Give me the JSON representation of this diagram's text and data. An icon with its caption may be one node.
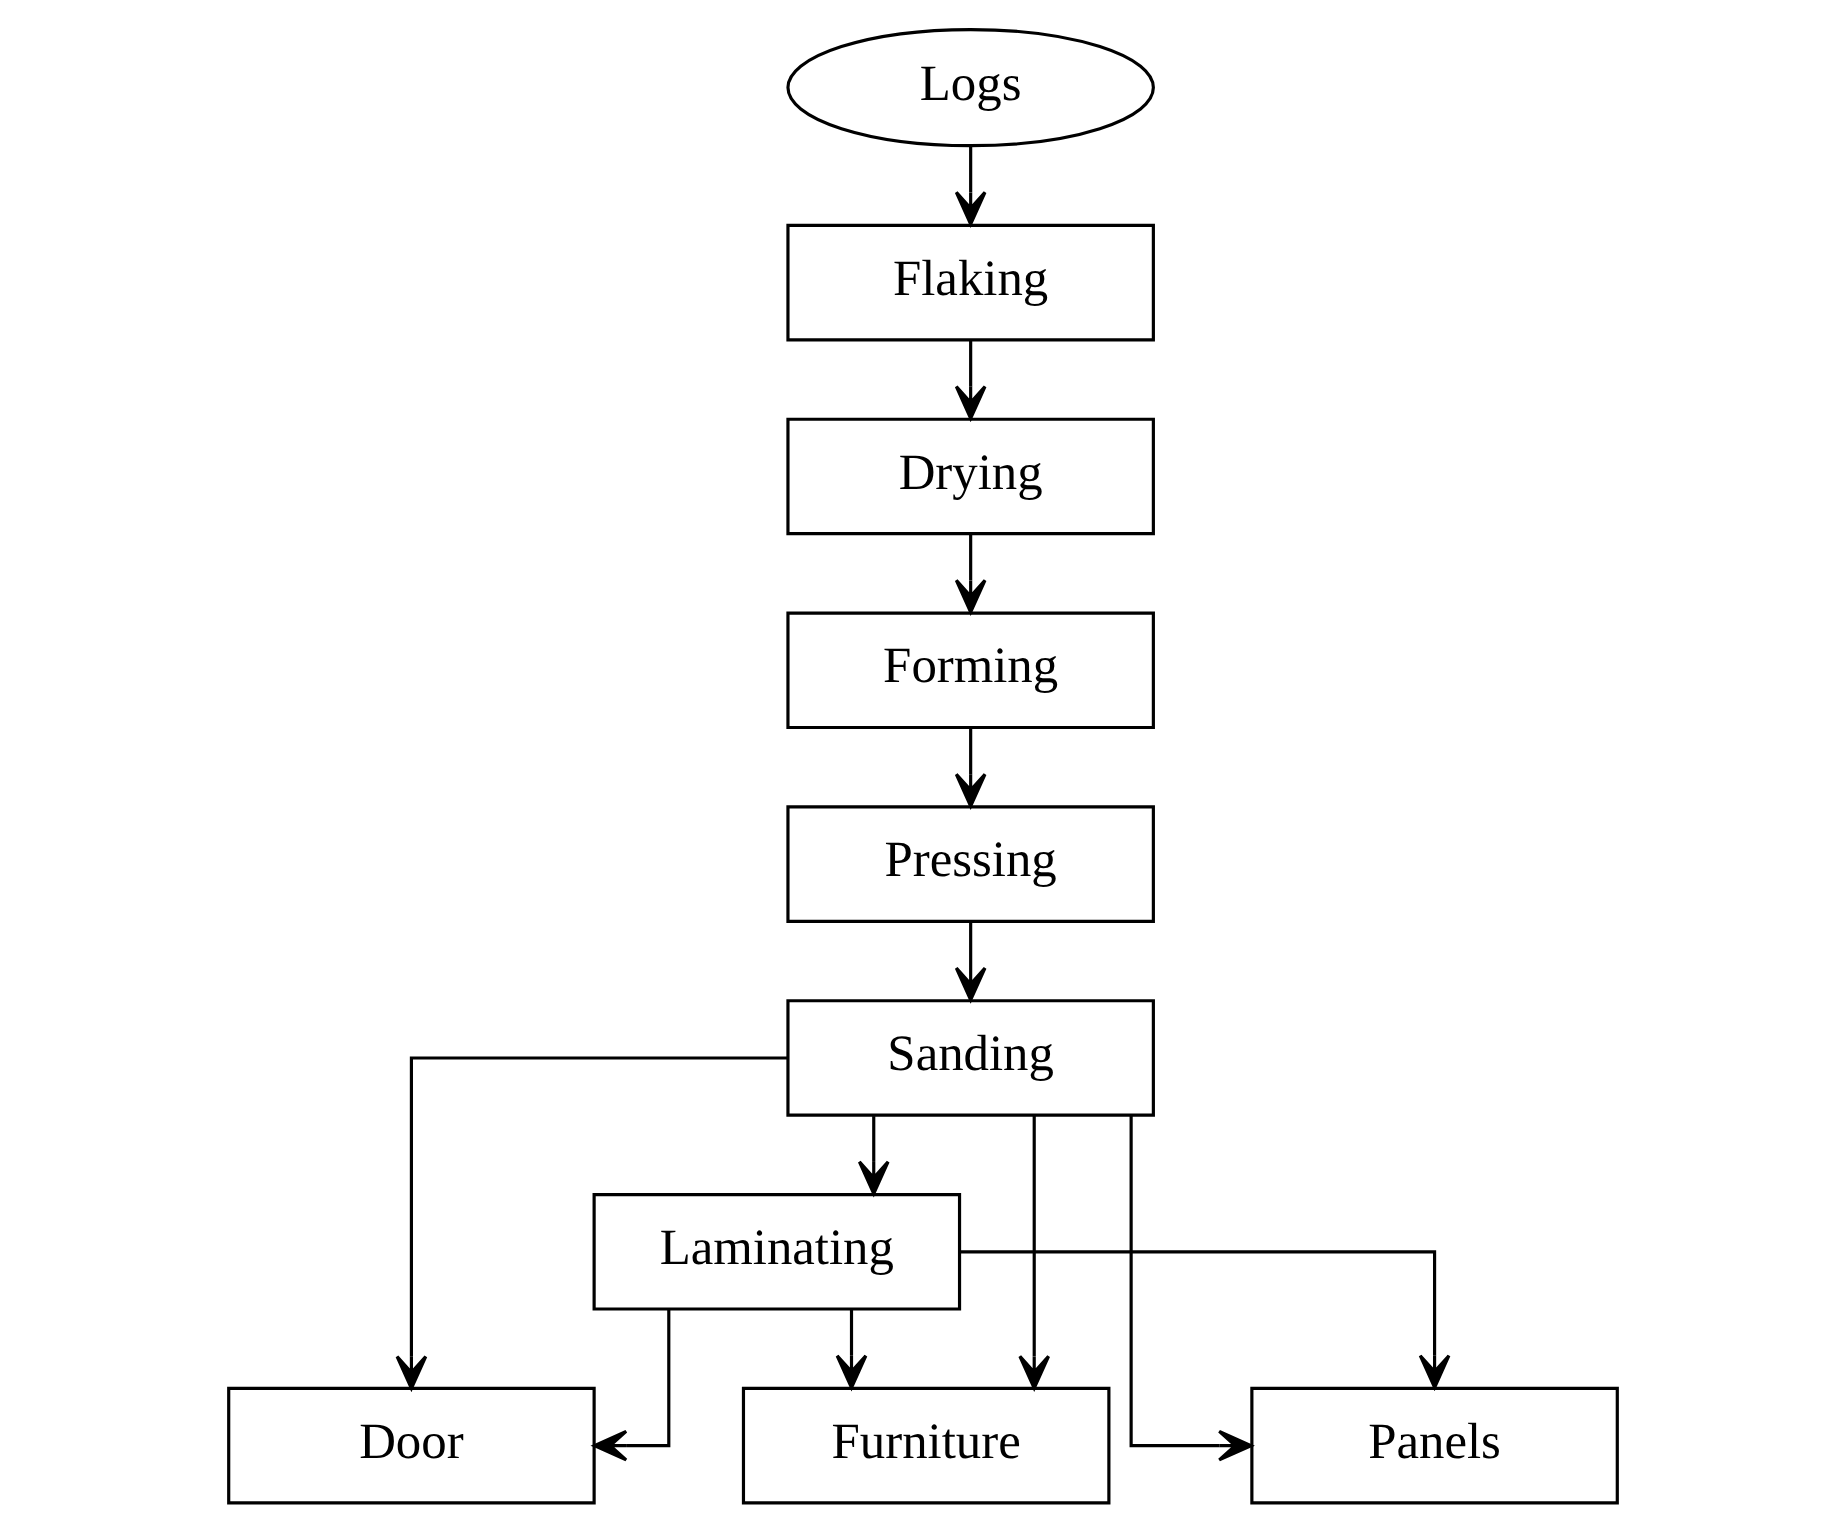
{
  "diagram": {
    "nodes": [
      {
        "text": [
          "Logs"
        ]
      },
      {
        "text": [
          "Flaking"
        ]
      },
      {
        "text": [
          "Drying"
        ]
      },
      {
        "text": [
          "Forming"
        ]
      },
      {
        "text": [
          "Pressing"
        ]
      },
      {
        "text": [
          "Sanding"
        ]
      },
      {
        "text": [
          "Laminating"
        ]
      },
      {
        "text": [
          "Door"
        ]
      },
      {
        "text": [
          "Furniture"
        ]
      },
      {
        "text": [
          "Panels"
        ]
      }
    ],
    "edges": [
      {
        "from": 0,
        "to": 1,
        "arrow": "to"
      },
      {
        "from": 1,
        "to": 2,
        "arrow": "to"
      },
      {
        "from": 2,
        "to": 3,
        "arrow": "to"
      },
      {
        "from": 3,
        "to": 4,
        "arrow": "to"
      },
      {
        "from": 4,
        "to": 5,
        "arrow": "to"
      },
      {
        "from": 5,
        "to": 6,
        "arrow": "to"
      },
      {
        "from": 5,
        "to": 7,
        "arrow": "to"
      },
      {
        "from": 5,
        "to": 8,
        "arrow": "to"
      },
      {
        "from": 5,
        "to": 9,
        "arrow": "to"
      },
      {
        "from": 6,
        "to": 7,
        "arrow": "to"
      },
      {
        "from": 6,
        "to": 8,
        "arrow": "to"
      },
      {
        "from": 6,
        "to": 9,
        "arrow": "to"
      }
    ]
  }
}
